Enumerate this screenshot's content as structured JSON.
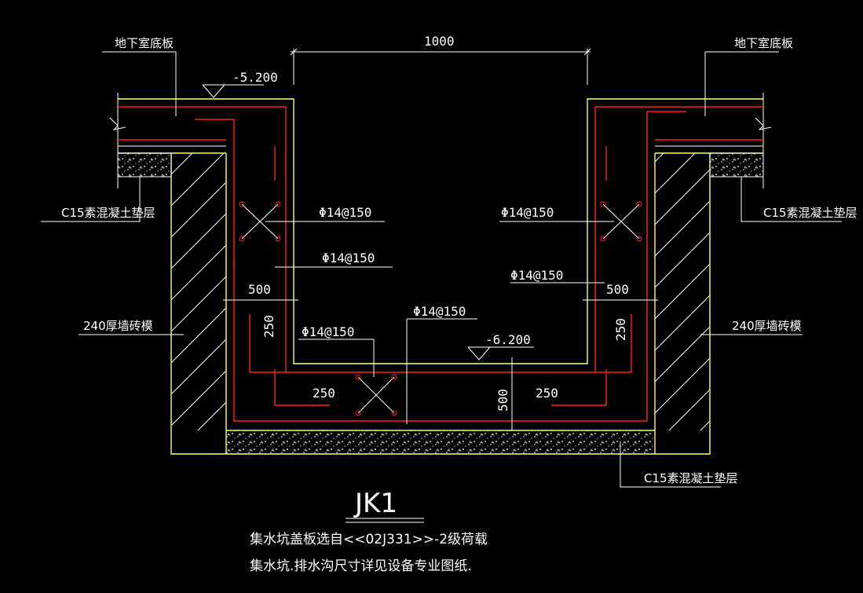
{
  "colors": {
    "background": "#000000",
    "concrete": "#ffff66",
    "rebar": "#ff2020",
    "annotation": "#ffffff",
    "cover": "#ffffff"
  },
  "labels": {
    "slab_left": "地下室底板",
    "slab_right": "地下室底板",
    "cushion_left": "C15素混凝土垫层",
    "cushion_right": "C15素混凝土垫层",
    "cushion_bottom": "C15素混凝土垫层",
    "brick_left": "240厚墙砖模",
    "brick_right": "240厚墙砖模"
  },
  "levels": {
    "top": "-5.200",
    "pit_bottom": "-6.200"
  },
  "dimensions": {
    "pit_width": "1000",
    "left_lap": "500",
    "right_lap": "500",
    "left_vertical": "250",
    "right_vertical": "250",
    "bottom_left": "250",
    "bottom_right": "250",
    "bottom_thickness": "500"
  },
  "rebar": {
    "r1": "Φ14@150",
    "r2": "Φ14@150",
    "r3": "Φ14@150",
    "r4": "Φ14@150",
    "r5": "Φ14@150",
    "r6": "Φ14@150"
  },
  "title": "JK1",
  "notes": [
    "集水坑盖板选自<<02J331>>-2级荷载",
    "集水坑.排水沟尺寸详见设备专业图纸."
  ]
}
